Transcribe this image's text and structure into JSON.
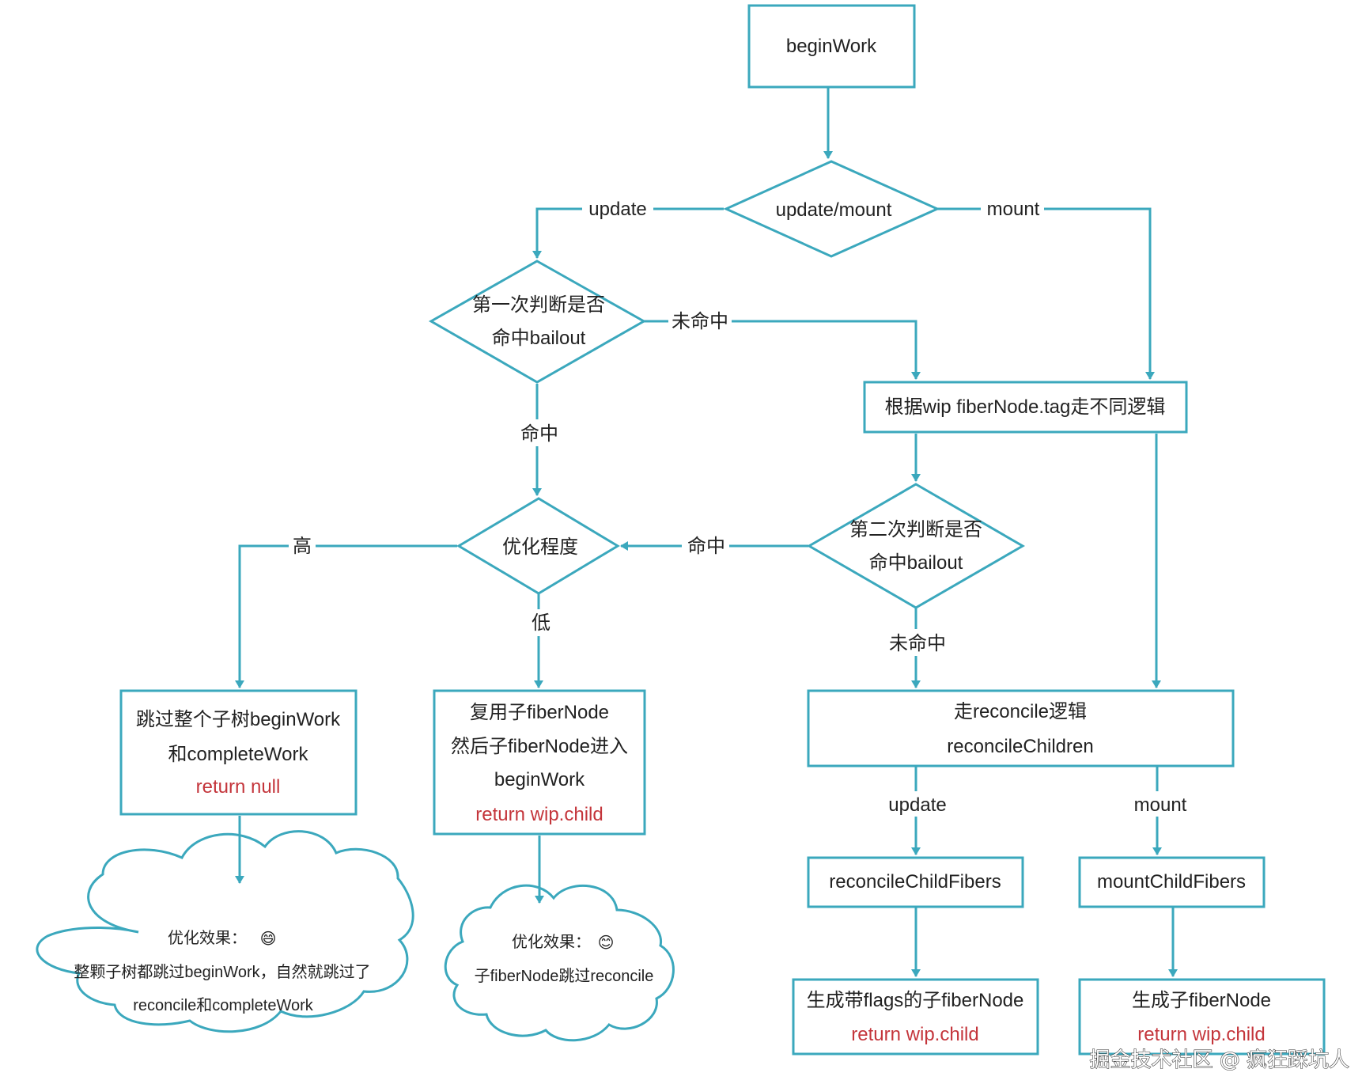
{
  "colors": {
    "stroke": "#3ba8bd",
    "text": "#222222",
    "red": "#c4353b",
    "background": "#ffffff"
  },
  "nodes": {
    "begin_work": {
      "label": "beginWork"
    },
    "update_mount": {
      "label": "update/mount"
    },
    "first_check": {
      "line1": "第一次判断是否",
      "line2": "命中bailout"
    },
    "switch_by_tag": {
      "label": "根据wip fiberNode.tag走不同逻辑"
    },
    "optimize_level": {
      "label": "优化程度"
    },
    "second_check": {
      "line1": "第二次判断是否",
      "line2": "命中bailout"
    },
    "skip_subtree": {
      "line1": "跳过整个子树beginWork",
      "line2": "和completeWork",
      "line3": "return null"
    },
    "reuse_child": {
      "line1": "复用子fiberNode",
      "line2": "然后子fiberNode进入",
      "line3": "beginWork",
      "line4": "return wip.child"
    },
    "reconcile_logic": {
      "line1": "走reconcile逻辑",
      "line2": "reconcileChildren"
    },
    "reconcile_child_fibers": {
      "label": "reconcileChildFibers"
    },
    "mount_child_fibers": {
      "label": "mountChildFibers"
    },
    "gen_flags_node": {
      "line1": "生成带flags的子fiberNode",
      "line2": "return wip.child"
    },
    "gen_child_node": {
      "line1": "生成子fiberNode",
      "line2": "return wip.child"
    }
  },
  "clouds": {
    "high_effect": {
      "line1": "优化效果：",
      "emoji": "😄",
      "line2": "整颗子树都跳过beginWork，自然就跳过了",
      "line3": "reconcile和completeWork"
    },
    "low_effect": {
      "line1": "优化效果：",
      "emoji": "😊",
      "line2": "子fiberNode跳过reconcile"
    }
  },
  "edge_labels": {
    "update": "update",
    "mount": "mount",
    "miss_first": "未命中",
    "hit_first": "命中",
    "hit_second": "命中",
    "miss_second": "未命中",
    "high": "高",
    "low": "低",
    "reconcile_update": "update",
    "reconcile_mount": "mount"
  },
  "watermark": "掘金技术社区 @ 疯狂踩坑人"
}
